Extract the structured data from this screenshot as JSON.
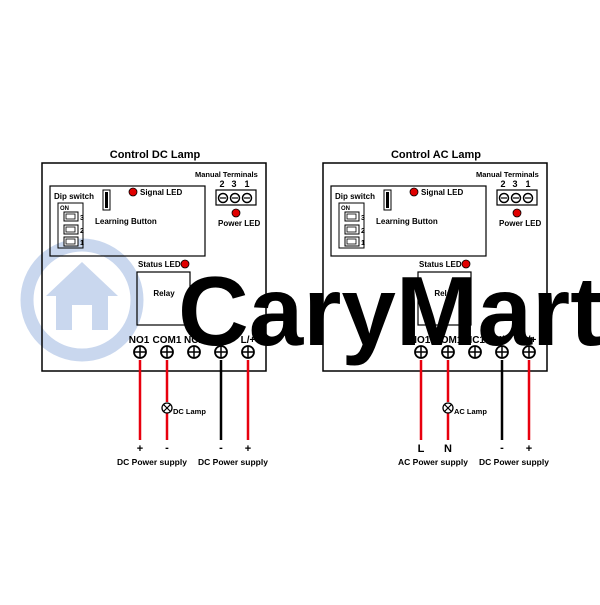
{
  "watermark": {
    "text": "CaryMart",
    "color": "#c9d7ee"
  },
  "colors": {
    "wire_red": "#e8000e",
    "wire_black": "#000000",
    "led_red": "#e00000",
    "stroke": "#000000"
  },
  "diagrams": [
    {
      "title": "Control DC Lamp",
      "dip_switch_label": "Dip switch",
      "dip_on_label": "ON",
      "dip_numbers": [
        "3",
        "2",
        "1"
      ],
      "signal_led_label": "Signal LED",
      "learning_button_label": "Learning Button",
      "manual_terminals_label": "Manual Terminals",
      "manual_terminal_numbers": [
        "2",
        "3",
        "1"
      ],
      "power_led_label": "Power LED",
      "status_led_label": "Status LED",
      "relay_label": "Relay",
      "terminal_labels": [
        "NO1",
        "COM1",
        "NC1",
        "N/-",
        "L/+"
      ],
      "lamp_label": "DC Lamp",
      "supply_left": {
        "pos_label": "+",
        "neg_label": "-",
        "caption": "DC Power supply"
      },
      "supply_right": {
        "neg_label": "-",
        "pos_label": "+",
        "caption": "DC Power supply"
      }
    },
    {
      "title": "Control AC Lamp",
      "dip_switch_label": "Dip switch",
      "dip_on_label": "ON",
      "dip_numbers": [
        "3",
        "2",
        "1"
      ],
      "signal_led_label": "Signal LED",
      "learning_button_label": "Learning Button",
      "manual_terminals_label": "Manual Terminals",
      "manual_terminal_numbers": [
        "2",
        "3",
        "1"
      ],
      "power_led_label": "Power LED",
      "status_led_label": "Status LED",
      "relay_label": "Relay",
      "terminal_labels": [
        "NO1",
        "COM1",
        "NC1",
        "N/-",
        "L/+"
      ],
      "lamp_label": "AC Lamp",
      "supply_left": {
        "pos_label": "L",
        "neg_label": "N",
        "caption": "AC Power supply"
      },
      "supply_right": {
        "neg_label": "-",
        "pos_label": "+",
        "caption": "DC Power supply"
      }
    }
  ]
}
